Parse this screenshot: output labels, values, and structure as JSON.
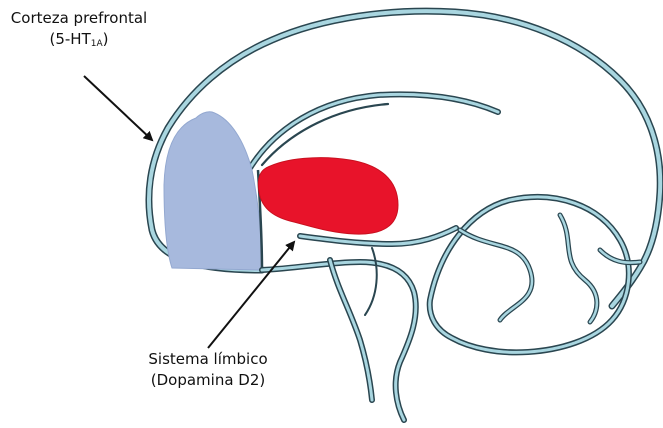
{
  "labels": {
    "prefrontal": {
      "line1": "Corteza prefrontal",
      "line2_main": "(5-HT",
      "line2_sub": "1A",
      "line2_end": ")"
    },
    "limbic": {
      "line1": "Sistema límbico",
      "line2": "(Dopamina D2)"
    }
  },
  "colors": {
    "outline": "#a9d6e0",
    "outline_dark": "#2a4650",
    "prefrontal_fill": "#a7b9dd",
    "limbic_fill": "#e8132a",
    "arrow": "#111111"
  }
}
